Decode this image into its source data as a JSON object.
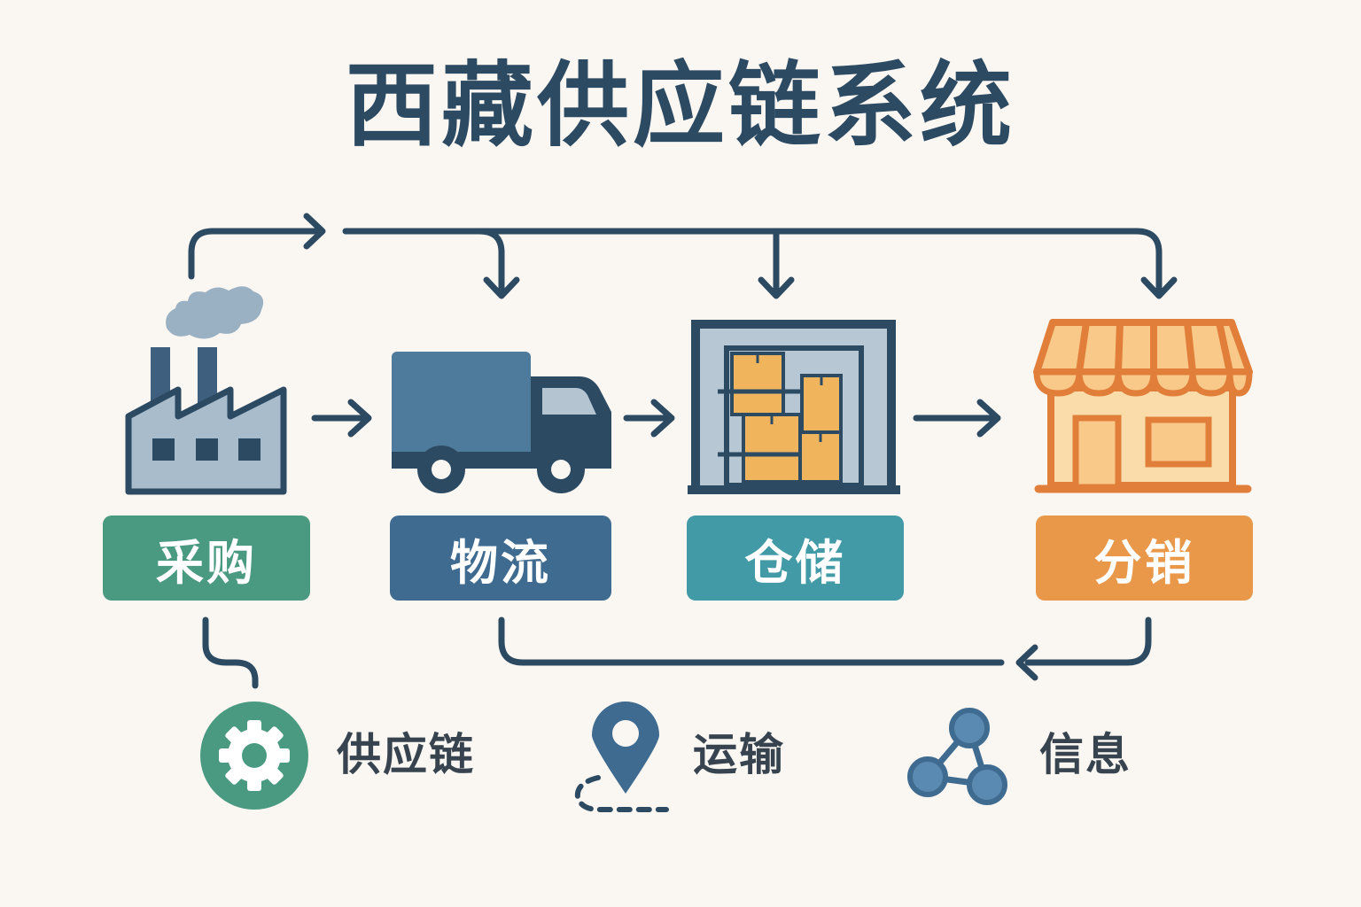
{
  "title": "西藏供应链系统",
  "stages": [
    {
      "label": "采购",
      "icon": "factory-icon",
      "color": "#4a9a82"
    },
    {
      "label": "物流",
      "icon": "truck-icon",
      "color": "#3f6b91"
    },
    {
      "label": "仓储",
      "icon": "warehouse-icon",
      "color": "#419aa5"
    },
    {
      "label": "分销",
      "icon": "store-icon",
      "color": "#e9984a"
    }
  ],
  "legend": [
    {
      "label": "供应链",
      "icon": "gear-icon"
    },
    {
      "label": "运输",
      "icon": "location-pin-icon"
    },
    {
      "label": "信息",
      "icon": "network-nodes-icon"
    }
  ],
  "colors": {
    "background": "#faf7f2",
    "arrow": "#2d4a63",
    "title": "#2d4a63",
    "orange": "#e17f3a",
    "box": "#f0b55c"
  }
}
